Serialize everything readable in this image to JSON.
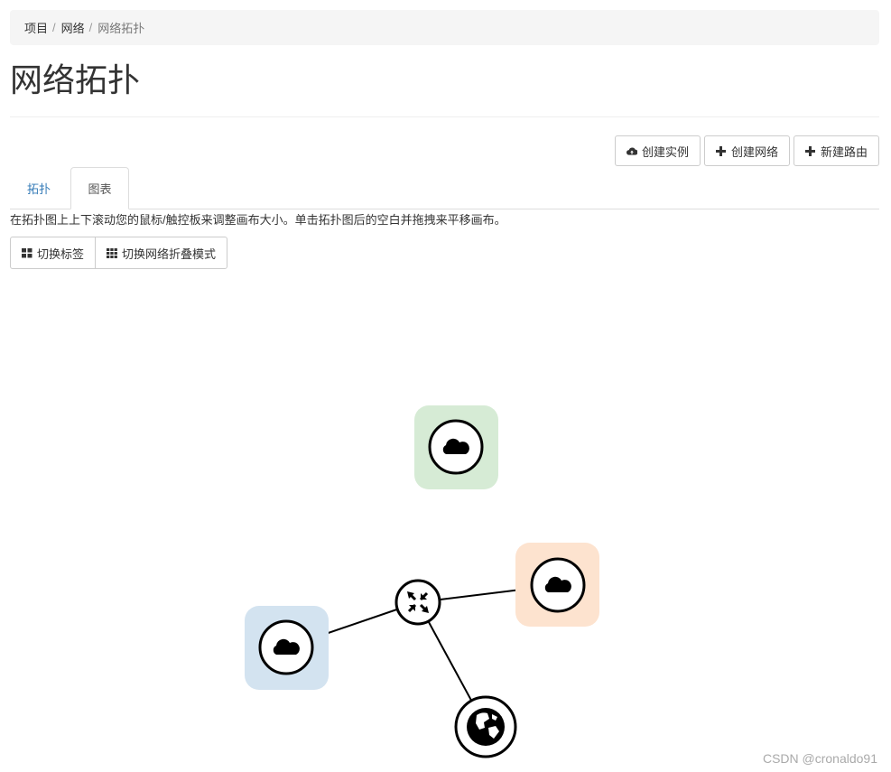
{
  "breadcrumb": {
    "items": [
      "项目",
      "网络",
      "网络拓扑"
    ],
    "separator": "/"
  },
  "page": {
    "title": "网络拓扑"
  },
  "actions": {
    "create_instance": {
      "label": "创建实例",
      "icon": "cloud-upload-icon"
    },
    "create_network": {
      "label": "创建网络",
      "icon": "plus-icon"
    },
    "create_router": {
      "label": "新建路由",
      "icon": "plus-icon"
    }
  },
  "tabs": [
    {
      "label": "拓扑",
      "active": false
    },
    {
      "label": "图表",
      "active": true
    }
  ],
  "help_text": "在拓扑图上上下滚动您的鼠标/触控板来调整画布大小。单击拓扑图后的空白并拖拽来平移画布。",
  "toggles": {
    "labels": {
      "label": "切换标签",
      "icon": "grid-2x2-icon"
    },
    "collapse": {
      "label": "切换网络折叠模式",
      "icon": "grid-3x3-icon"
    }
  },
  "topology": {
    "networks": [
      {
        "id": "net-green",
        "color": "#d6ebd5",
        "icon": "cloud-icon"
      },
      {
        "id": "net-orange",
        "color": "#fde3cf",
        "icon": "cloud-icon"
      },
      {
        "id": "net-blue",
        "color": "#d3e3f0",
        "icon": "cloud-icon"
      }
    ],
    "router": {
      "icon": "router-arrows-icon"
    },
    "external": {
      "icon": "globe-icon"
    }
  },
  "watermark": "CSDN @cronaldo91",
  "colors": {
    "link": "#337ab7",
    "text": "#333333"
  }
}
